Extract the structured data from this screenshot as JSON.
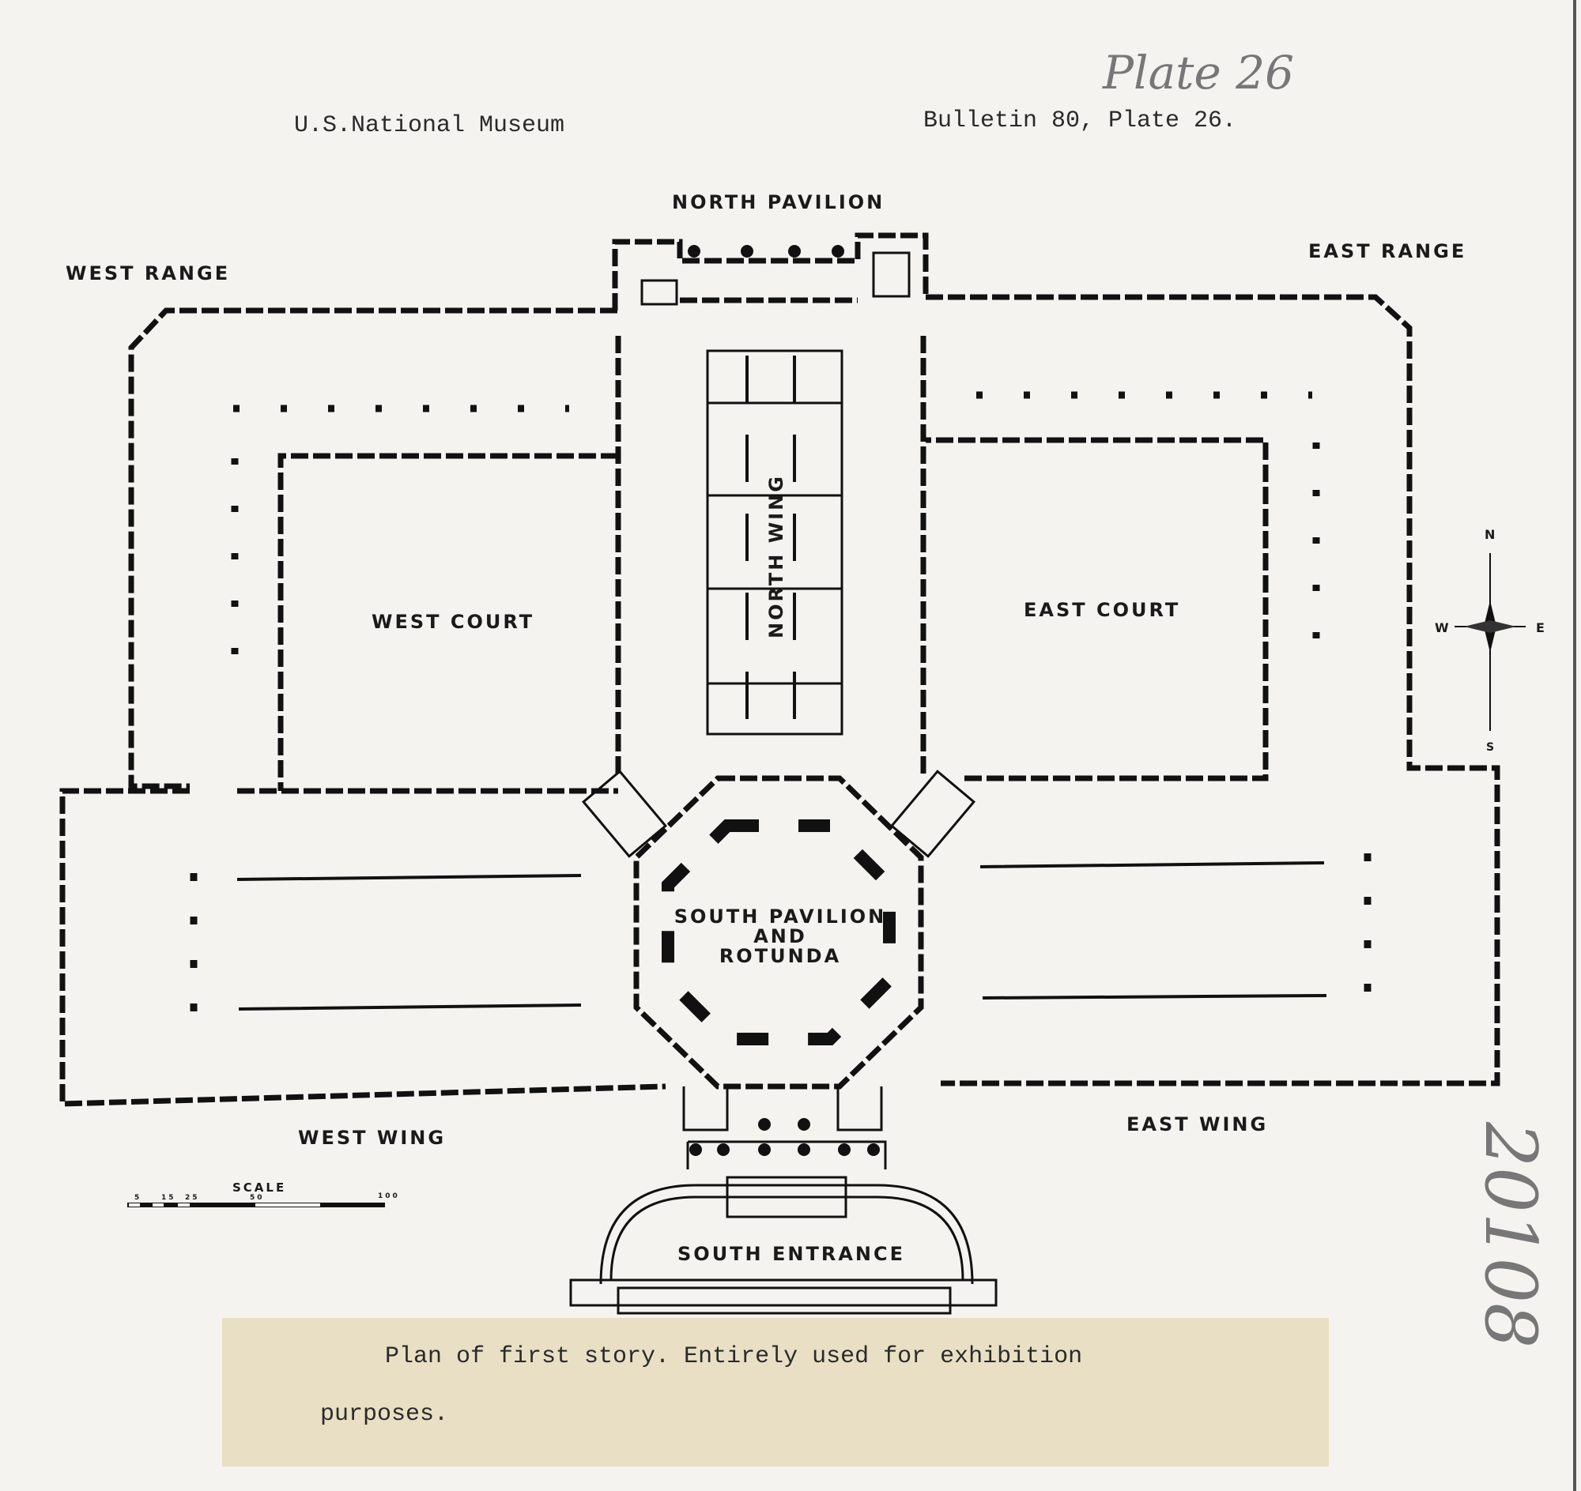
{
  "header": {
    "left": "U.S.National Museum",
    "right": "Bulletin 80, Plate 26.",
    "handwritten_plate": "Plate 26",
    "handwritten_side": "20108"
  },
  "plan": {
    "north_pavilion": "NORTH PAVILION",
    "west_range": "WEST RANGE",
    "east_range": "EAST RANGE",
    "west_court": "WEST COURT",
    "east_court": "EAST COURT",
    "north_wing": "NORTH WING",
    "rotunda": [
      "SOUTH PAVILION",
      "AND",
      "ROTUNDA"
    ],
    "west_wing": "WEST WING",
    "east_wing": "EAST WING",
    "south_entrance": "SOUTH ENTRANCE"
  },
  "compass": {
    "n": "N",
    "s": "S",
    "e": "E",
    "w": "W"
  },
  "scale": {
    "title": "SCALE",
    "ticks": [
      "5",
      "15",
      "25",
      "50",
      "100"
    ]
  },
  "caption": {
    "line1": "Plan of first story.  Entirely used for exhibition",
    "line2": "purposes."
  },
  "colors": {
    "paper": "#f4f3ef",
    "caption_bg": "#e9dfc4",
    "ink": "#111111"
  }
}
